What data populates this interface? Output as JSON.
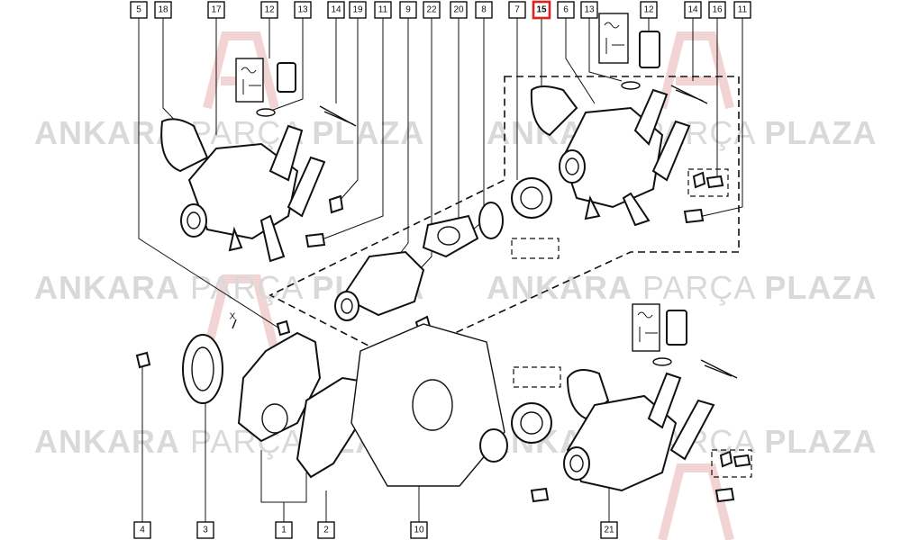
{
  "watermark": {
    "word1": "ANKARA",
    "word2": "PARÇA",
    "word3": "PLAZA",
    "color": "#d9d9d9",
    "logo_color": "#f2d4d4"
  },
  "callouts_top": [
    "5",
    "18",
    "17",
    "12",
    "13",
    "14",
    "19",
    "11",
    "9",
    "22",
    "20",
    "8",
    "7",
    "15",
    "6",
    "13",
    "12",
    "14",
    "16",
    "11"
  ],
  "callouts_bottom": [
    "4",
    "3",
    "1",
    "2",
    "10",
    "21"
  ],
  "callout_x_label": "X",
  "highlight": {
    "label": "15",
    "color": "#e02020"
  }
}
